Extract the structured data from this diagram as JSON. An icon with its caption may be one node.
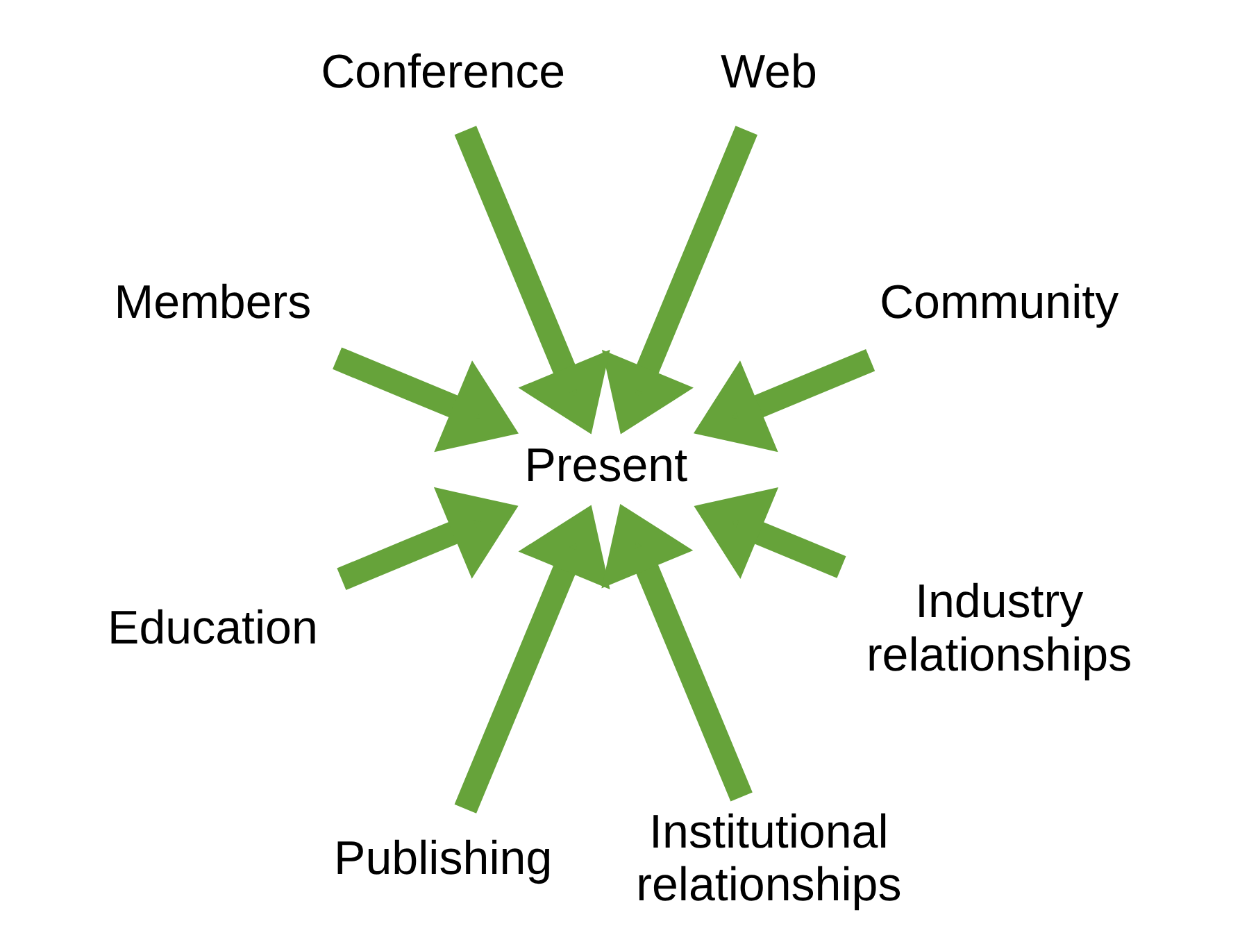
{
  "diagram": {
    "nodes": [
      {
        "text": [
          "Community"
        ]
      },
      {
        "text": [
          "Web"
        ]
      },
      {
        "text": [
          "Conference"
        ]
      },
      {
        "text": [
          "Members"
        ]
      },
      {
        "text": [
          "Present"
        ]
      },
      {
        "text": [
          "Education"
        ]
      },
      {
        "text": [
          "Publishing"
        ]
      },
      {
        "text": [
          "Institutional relationships"
        ]
      },
      {
        "text": [
          "Industry relationships"
        ]
      }
    ],
    "edges": [
      {
        "from": 0,
        "to": 4,
        "arrow": "to"
      },
      {
        "from": 2,
        "to": 4,
        "arrow": "to"
      },
      {
        "from": 5,
        "to": 4,
        "arrow": "to"
      },
      {
        "from": 8,
        "to": 4,
        "arrow": "to"
      },
      {
        "from": 7,
        "to": 4,
        "arrow": "to"
      },
      {
        "from": 6,
        "to": 4,
        "arrow": "to"
      },
      {
        "from": 3,
        "to": 4,
        "arrow": "to"
      },
      {
        "from": 1,
        "to": 4,
        "arrow": "to"
      }
    ]
  }
}
